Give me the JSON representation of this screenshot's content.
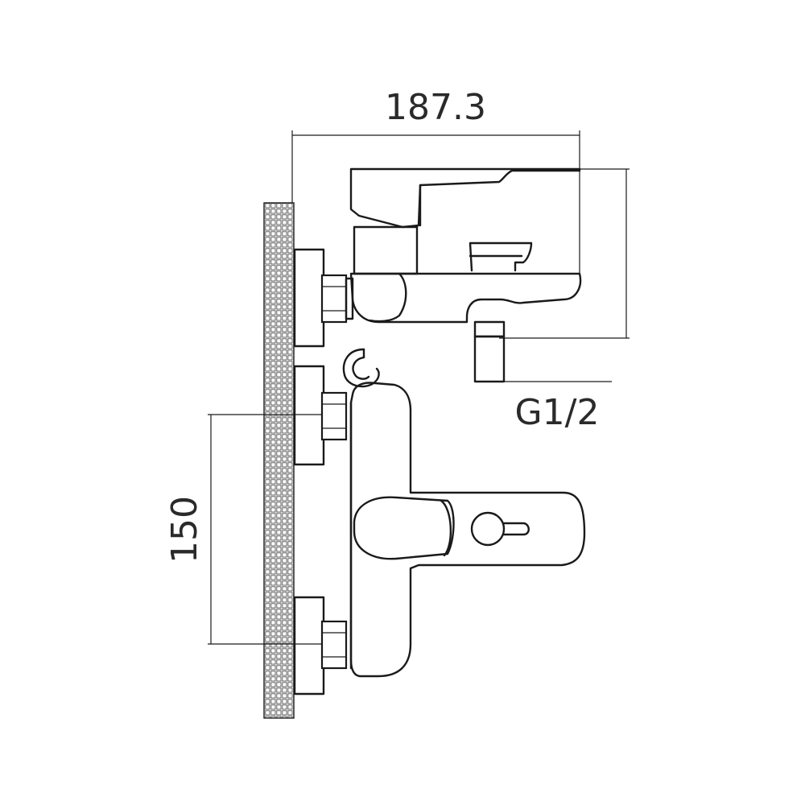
{
  "dimensions": {
    "width": "187.3",
    "spacing": "150",
    "thread": "G1/2"
  },
  "colors": {
    "line": "#1a1a1a",
    "text": "#2a2a2a",
    "background": "#ffffff"
  }
}
